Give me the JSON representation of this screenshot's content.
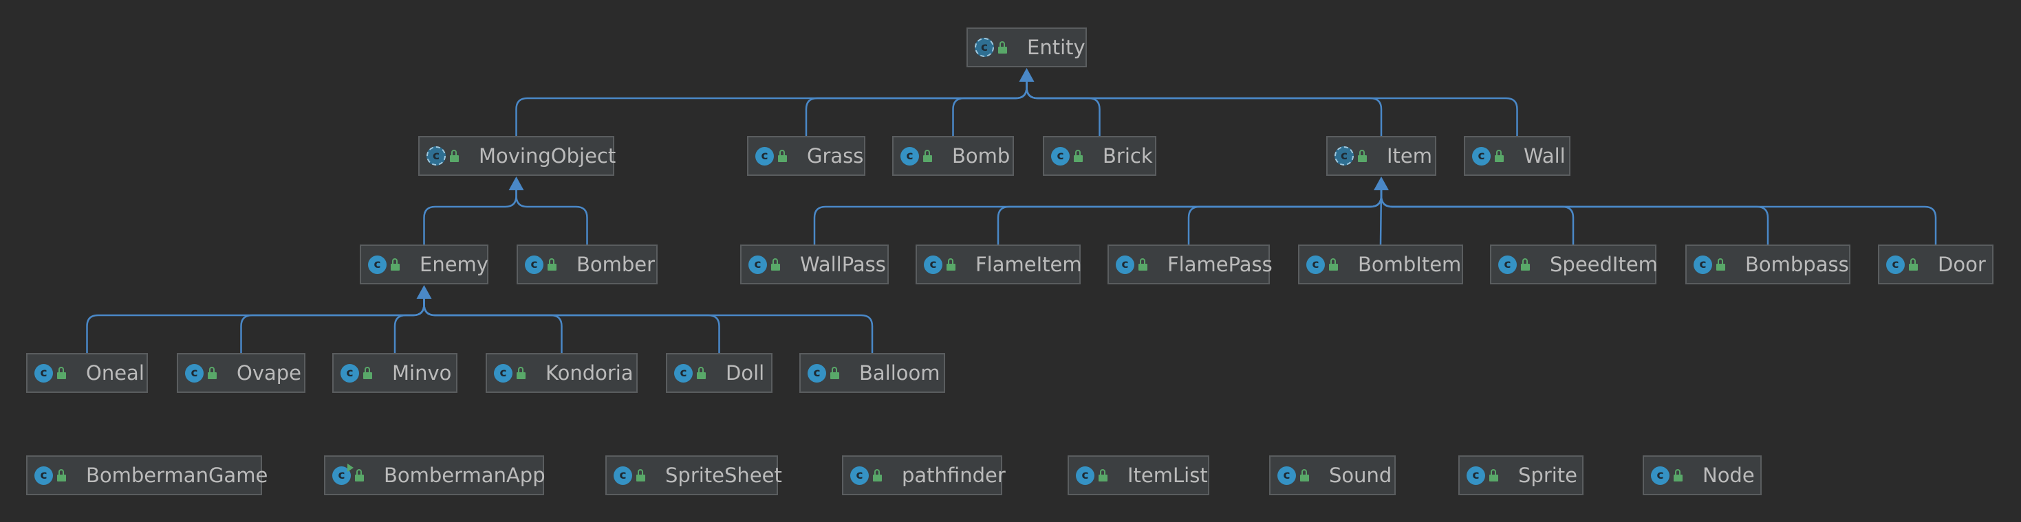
{
  "diagram": {
    "colors": {
      "background": "#2b2b2b",
      "node_fill": "#3c3f41",
      "node_border": "#5a5d5f",
      "text": "#bbbbbb",
      "edge": "#4a88c7",
      "class_icon": "#3592c4",
      "visibility_icon": "#59a869"
    },
    "icons": {
      "class": "class-icon",
      "abstract_class": "abstract-class-icon",
      "runnable_class": "runnable-class-icon",
      "visibility": "public-lock-icon"
    },
    "nodes": {
      "entity": {
        "label": "Entity",
        "kind": "abstract"
      },
      "movingobject": {
        "label": "MovingObject",
        "kind": "abstract"
      },
      "grass": {
        "label": "Grass",
        "kind": "class"
      },
      "bomb": {
        "label": "Bomb",
        "kind": "class"
      },
      "brick": {
        "label": "Brick",
        "kind": "class"
      },
      "item": {
        "label": "Item",
        "kind": "abstract"
      },
      "wall": {
        "label": "Wall",
        "kind": "class"
      },
      "enemy": {
        "label": "Enemy",
        "kind": "class"
      },
      "bomber": {
        "label": "Bomber",
        "kind": "class"
      },
      "wallpass": {
        "label": "WallPass",
        "kind": "class"
      },
      "flameitem": {
        "label": "FlameItem",
        "kind": "class"
      },
      "flamepass": {
        "label": "FlamePass",
        "kind": "class"
      },
      "bombitem": {
        "label": "BombItem",
        "kind": "class"
      },
      "speeditem": {
        "label": "SpeedItem",
        "kind": "class"
      },
      "bombpass": {
        "label": "Bombpass",
        "kind": "class"
      },
      "door": {
        "label": "Door",
        "kind": "class"
      },
      "oneal": {
        "label": "Oneal",
        "kind": "class"
      },
      "ovape": {
        "label": "Ovape",
        "kind": "class"
      },
      "minvo": {
        "label": "Minvo",
        "kind": "class"
      },
      "kondoria": {
        "label": "Kondoria",
        "kind": "class"
      },
      "doll": {
        "label": "Doll",
        "kind": "class"
      },
      "balloom": {
        "label": "Balloom",
        "kind": "class"
      },
      "bombermangame": {
        "label": "BombermanGame",
        "kind": "class"
      },
      "bombermanapp": {
        "label": "BombermanApp",
        "kind": "runnable"
      },
      "spritesheet": {
        "label": "SpriteSheet",
        "kind": "class"
      },
      "pathfinder": {
        "label": "pathfinder",
        "kind": "class"
      },
      "itemlist": {
        "label": "ItemList",
        "kind": "class"
      },
      "sound": {
        "label": "Sound",
        "kind": "class"
      },
      "sprite": {
        "label": "Sprite",
        "kind": "class"
      },
      "node": {
        "label": "Node",
        "kind": "class"
      }
    },
    "edges": [
      {
        "parent": "entity",
        "children": [
          "movingobject",
          "grass",
          "bomb",
          "brick",
          "item",
          "wall"
        ]
      },
      {
        "parent": "movingobject",
        "children": [
          "enemy",
          "bomber"
        ]
      },
      {
        "parent": "item",
        "children": [
          "wallpass",
          "flameitem",
          "flamepass",
          "bombitem",
          "speeditem",
          "bombpass",
          "door"
        ]
      },
      {
        "parent": "enemy",
        "children": [
          "oneal",
          "ovape",
          "minvo",
          "kondoria",
          "doll",
          "balloom"
        ]
      }
    ]
  }
}
